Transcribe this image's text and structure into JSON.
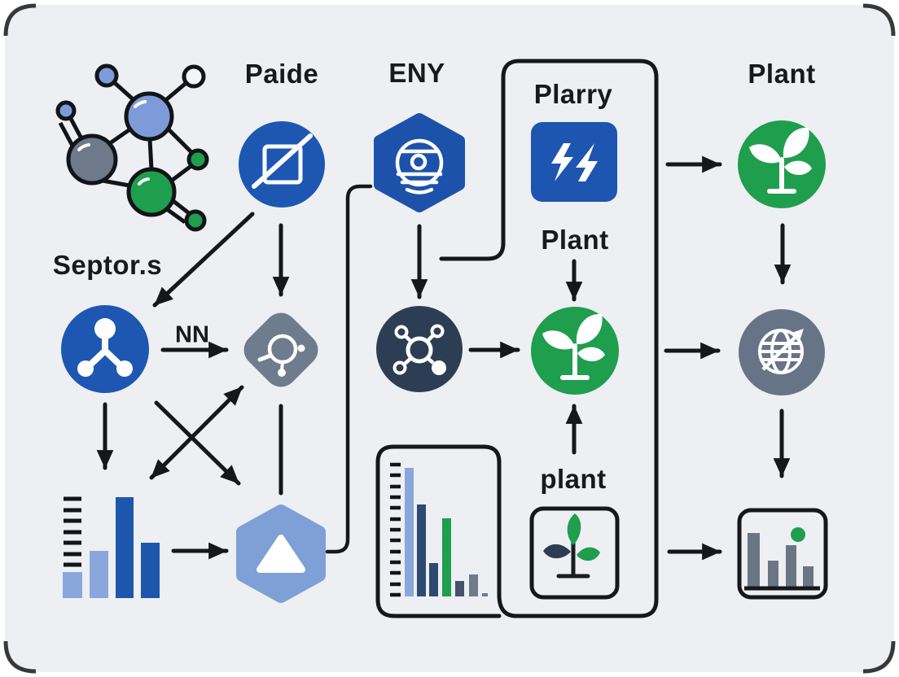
{
  "canvas": {
    "background": "#ffffff",
    "card_background": "#edeff2",
    "edge_color": "#17181b"
  },
  "colors": {
    "royal_blue": "#1d57b2",
    "hex_blue": "#1d52ab",
    "square_blue": "#1d55b0",
    "navy": "#2d3e54",
    "green": "#1f9e4e",
    "diamond_slate": "#6e7c8e",
    "globe_gray": "#677488",
    "light_blue": "#7fa0d6",
    "node_light_blue": "#7d9bd8",
    "node_gray": "#6e7a8a",
    "node_white": "#f4f5f7",
    "bar_light": "#8aa7dc",
    "bar_dark": "#1c57ac",
    "bar_navy": "#2e4a70",
    "bar_slate": "#44536a",
    "bar_gray": "#6e7b8d",
    "chart_gray": "#6b7685",
    "ink": "#15171a",
    "icon_white": "#ffffff"
  },
  "nodes": {
    "molecule": {
      "icon": "molecule-graphic"
    },
    "paide": {
      "label": "Paide",
      "icon": "no-image-icon"
    },
    "eny": {
      "label": "ENY",
      "icon": "sphere-hexagon-icon"
    },
    "plarry": {
      "label": "Plarry",
      "icon": "sync-bolts-icon"
    },
    "plant_top": {
      "label": "Plant",
      "icon": "sprout-icon"
    },
    "plant_mid": {
      "label": "Plant",
      "icon": "sprout-icon"
    },
    "septors": {
      "label": "Septor.s",
      "icon": "network-nodes-icon"
    },
    "nn": {
      "label": "NN"
    },
    "diamond": {
      "icon": "sensor-ring-icon"
    },
    "dark_hub": {
      "icon": "hub-network-icon"
    },
    "globe": {
      "icon": "globe-arrow-icon"
    },
    "triangle_hexagon": {
      "icon": "triangle-hexagon-icon"
    },
    "left_bar_chart": {
      "icon": "bar-chart-icon"
    },
    "panel_bar_chart": {
      "icon": "bar-chart-panel-icon"
    },
    "plant_lower": {
      "label": "plant",
      "icon": "tree-icon"
    },
    "result_chart": {
      "icon": "bar-chart-dot-icon"
    }
  }
}
